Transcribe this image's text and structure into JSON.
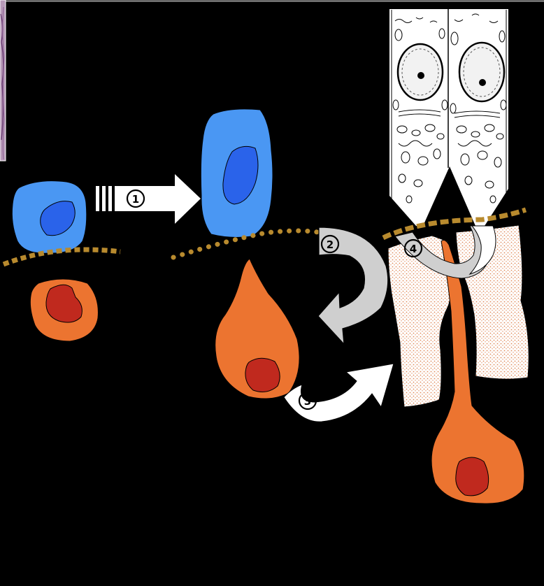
{
  "steps": [
    {
      "id": "1",
      "label": "1"
    },
    {
      "id": "2",
      "label": "2"
    },
    {
      "id": "3",
      "label": "3"
    },
    {
      "id": "4",
      "label": "4"
    }
  ],
  "colors": {
    "background": "#000000",
    "blue_cell": "#4a97f3",
    "blue_nucleus": "#2a63ea",
    "orange_cell": "#ec7430",
    "red_nucleus": "#c0291e",
    "membrane_dots": "#b88a2e",
    "arrow_white": "#ffffff",
    "arrow_grey": "#cfcfcf",
    "stipple": "#e08a5a"
  },
  "icons": {
    "arrow_1": "striped-right-arrow",
    "arrow_2": "curved-down-left-arrow",
    "arrow_3": "curved-up-right-arrow",
    "arrow_4": "u-turn-arrow"
  }
}
